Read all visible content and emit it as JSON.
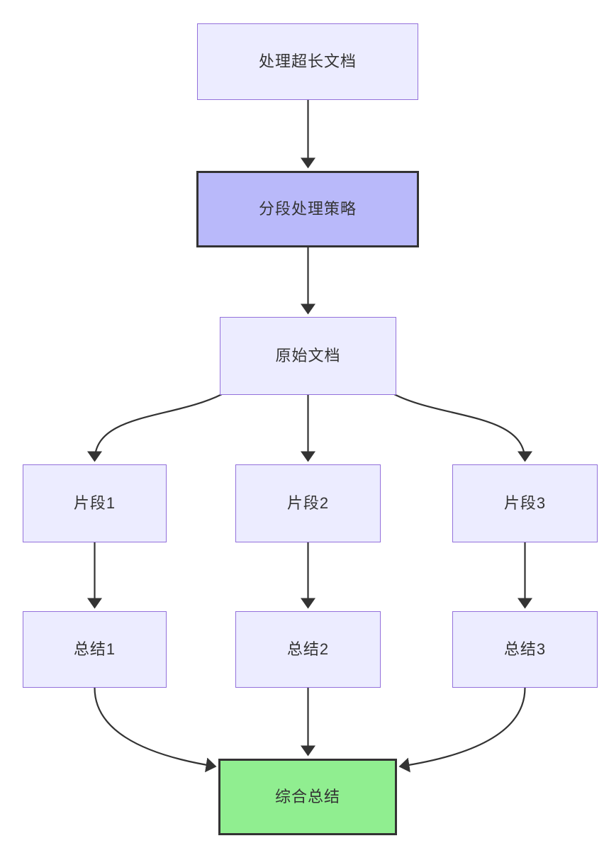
{
  "diagram": {
    "type": "flowchart",
    "direction": "top-down",
    "nodes": [
      {
        "id": "start",
        "label": "处理超长文档",
        "kind": "default"
      },
      {
        "id": "strategy",
        "label": "分段处理策略",
        "kind": "emphasis-purple"
      },
      {
        "id": "doc",
        "label": "原始文档",
        "kind": "default"
      },
      {
        "id": "chunk1",
        "label": "片段1",
        "kind": "default"
      },
      {
        "id": "chunk2",
        "label": "片段2",
        "kind": "default"
      },
      {
        "id": "chunk3",
        "label": "片段3",
        "kind": "default"
      },
      {
        "id": "summary1",
        "label": "总结1",
        "kind": "default"
      },
      {
        "id": "summary2",
        "label": "总结2",
        "kind": "default"
      },
      {
        "id": "summary3",
        "label": "总结3",
        "kind": "default"
      },
      {
        "id": "final",
        "label": "综合总结",
        "kind": "emphasis-green"
      }
    ],
    "edges": [
      {
        "from": "处理超长文档",
        "to": "分段处理策略"
      },
      {
        "from": "分段处理策略",
        "to": "原始文档"
      },
      {
        "from": "原始文档",
        "to": "片段1"
      },
      {
        "from": "原始文档",
        "to": "片段2"
      },
      {
        "from": "原始文档",
        "to": "片段3"
      },
      {
        "from": "片段1",
        "to": "总结1"
      },
      {
        "from": "片段2",
        "to": "总结2"
      },
      {
        "from": "片段3",
        "to": "总结3"
      },
      {
        "from": "总结1",
        "to": "综合总结"
      },
      {
        "from": "总结2",
        "to": "综合总结"
      },
      {
        "from": "总结3",
        "to": "综合总结"
      }
    ],
    "colors": {
      "background": "#ffffff",
      "node_fill": "#ececff",
      "node_border": "#9370db",
      "emphasis_purple_fill": "#b9b9fa",
      "emphasis_green_fill": "#90ee90",
      "emphasis_border": "#333333",
      "edge": "#333333",
      "text": "#333333"
    }
  }
}
